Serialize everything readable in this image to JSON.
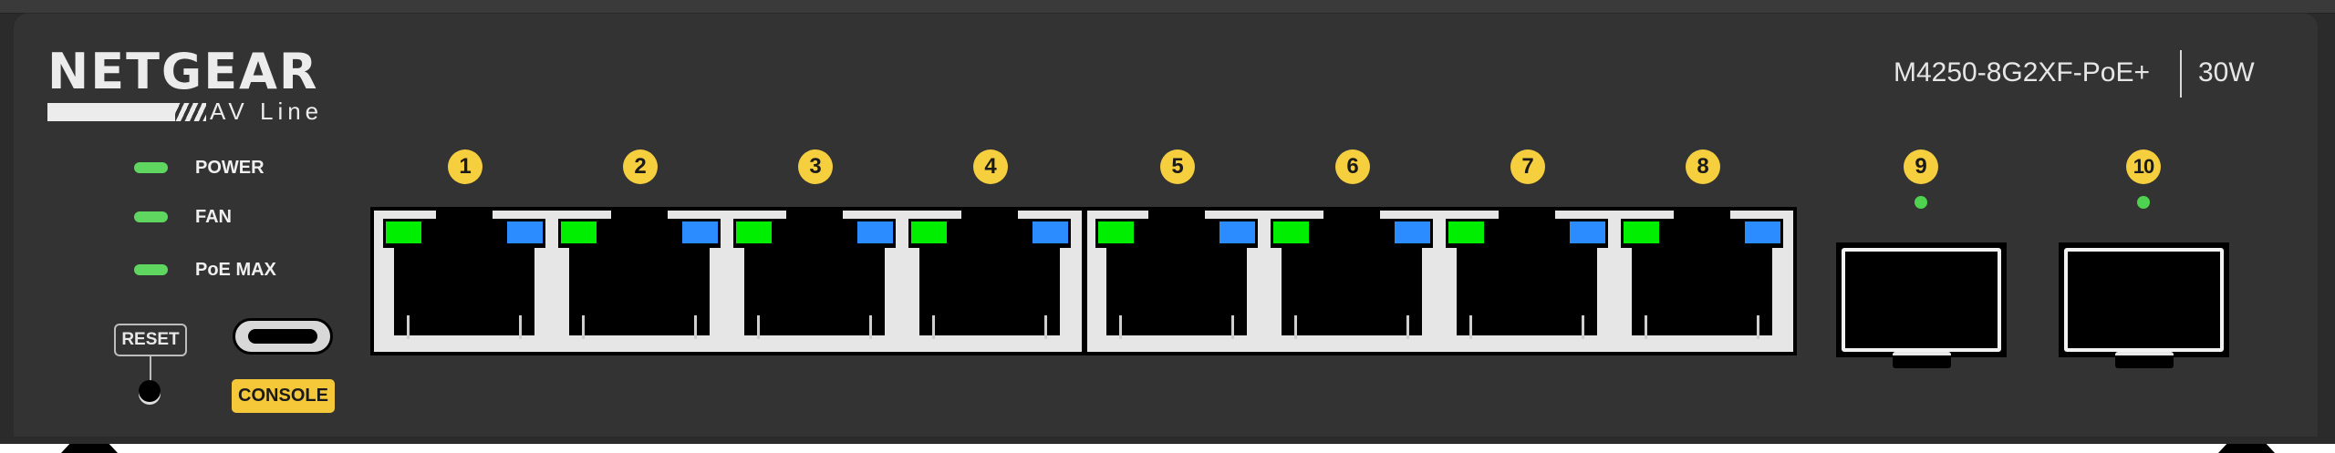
{
  "device": {
    "brand": "NETGEAR",
    "product_line": "AV Line",
    "model": "M4250-8G2XF-PoE+",
    "poe_budget": "30W"
  },
  "status_leds": [
    {
      "label": "POWER",
      "color": "#5fd65f"
    },
    {
      "label": "FAN",
      "color": "#5fd65f"
    },
    {
      "label": "PoE MAX",
      "color": "#5fd65f"
    }
  ],
  "controls": {
    "reset_label": "RESET",
    "console_label": "CONSOLE"
  },
  "ports": {
    "rj45": [
      {
        "number": "1",
        "link_led": "#00ee00",
        "poe_led": "#2a8cff"
      },
      {
        "number": "2",
        "link_led": "#00ee00",
        "poe_led": "#2a8cff"
      },
      {
        "number": "3",
        "link_led": "#00ee00",
        "poe_led": "#2a8cff"
      },
      {
        "number": "4",
        "link_led": "#00ee00",
        "poe_led": "#2a8cff"
      },
      {
        "number": "5",
        "link_led": "#00ee00",
        "poe_led": "#2a8cff"
      },
      {
        "number": "6",
        "link_led": "#00ee00",
        "poe_led": "#2a8cff"
      },
      {
        "number": "7",
        "link_led": "#00ee00",
        "poe_led": "#2a8cff"
      },
      {
        "number": "8",
        "link_led": "#00ee00",
        "poe_led": "#2a8cff"
      }
    ],
    "sfp": [
      {
        "number": "9",
        "led": "#4fd24f"
      },
      {
        "number": "10",
        "led": "#4fd24f"
      }
    ]
  },
  "colors": {
    "badge": "#f6cf3e",
    "chassis": "#333333",
    "console_tag": "#f5c83a"
  }
}
